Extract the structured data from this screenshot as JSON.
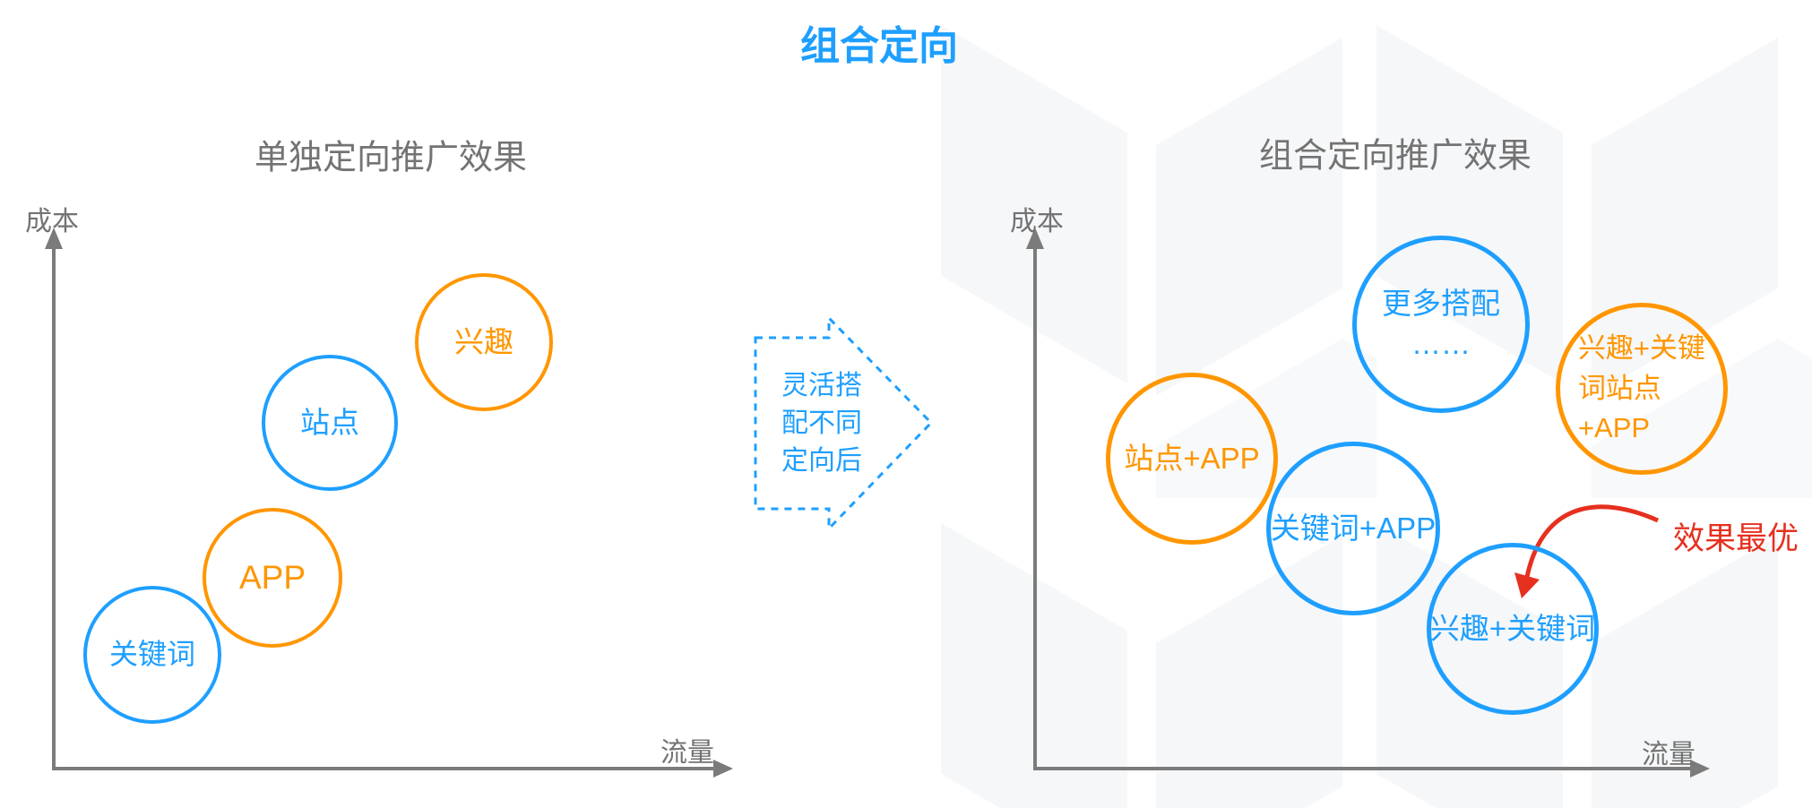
{
  "title": "组合定向",
  "colors": {
    "blue": "#1E9FFF",
    "orange": "#FF9600",
    "gray": "#737373",
    "red": "#E6301F",
    "watermark": "#F6F7F9"
  },
  "left_chart": {
    "title": "单独定向推广效果",
    "y_axis_label": "成本",
    "x_axis_label": "流量",
    "bubbles": [
      {
        "label": "关键词",
        "color": "blue"
      },
      {
        "label": "APP",
        "color": "orange"
      },
      {
        "label": "站点",
        "color": "blue"
      },
      {
        "label": "兴趣",
        "color": "orange"
      }
    ]
  },
  "transition_arrow": {
    "label": "灵活搭\n配不同\n定向后"
  },
  "right_chart": {
    "title": "组合定向推广效果",
    "y_axis_label": "成本",
    "x_axis_label": "流量",
    "bubbles": [
      {
        "label": "站点+APP",
        "color": "orange"
      },
      {
        "label": "关键词+APP",
        "color": "blue"
      },
      {
        "label": "更多搭配\n……",
        "color": "blue"
      },
      {
        "label": "兴趣+关键\n词站点\n+APP",
        "color": "orange"
      },
      {
        "label": "兴趣+关键词",
        "color": "blue"
      }
    ],
    "annotation": "效果最优"
  }
}
